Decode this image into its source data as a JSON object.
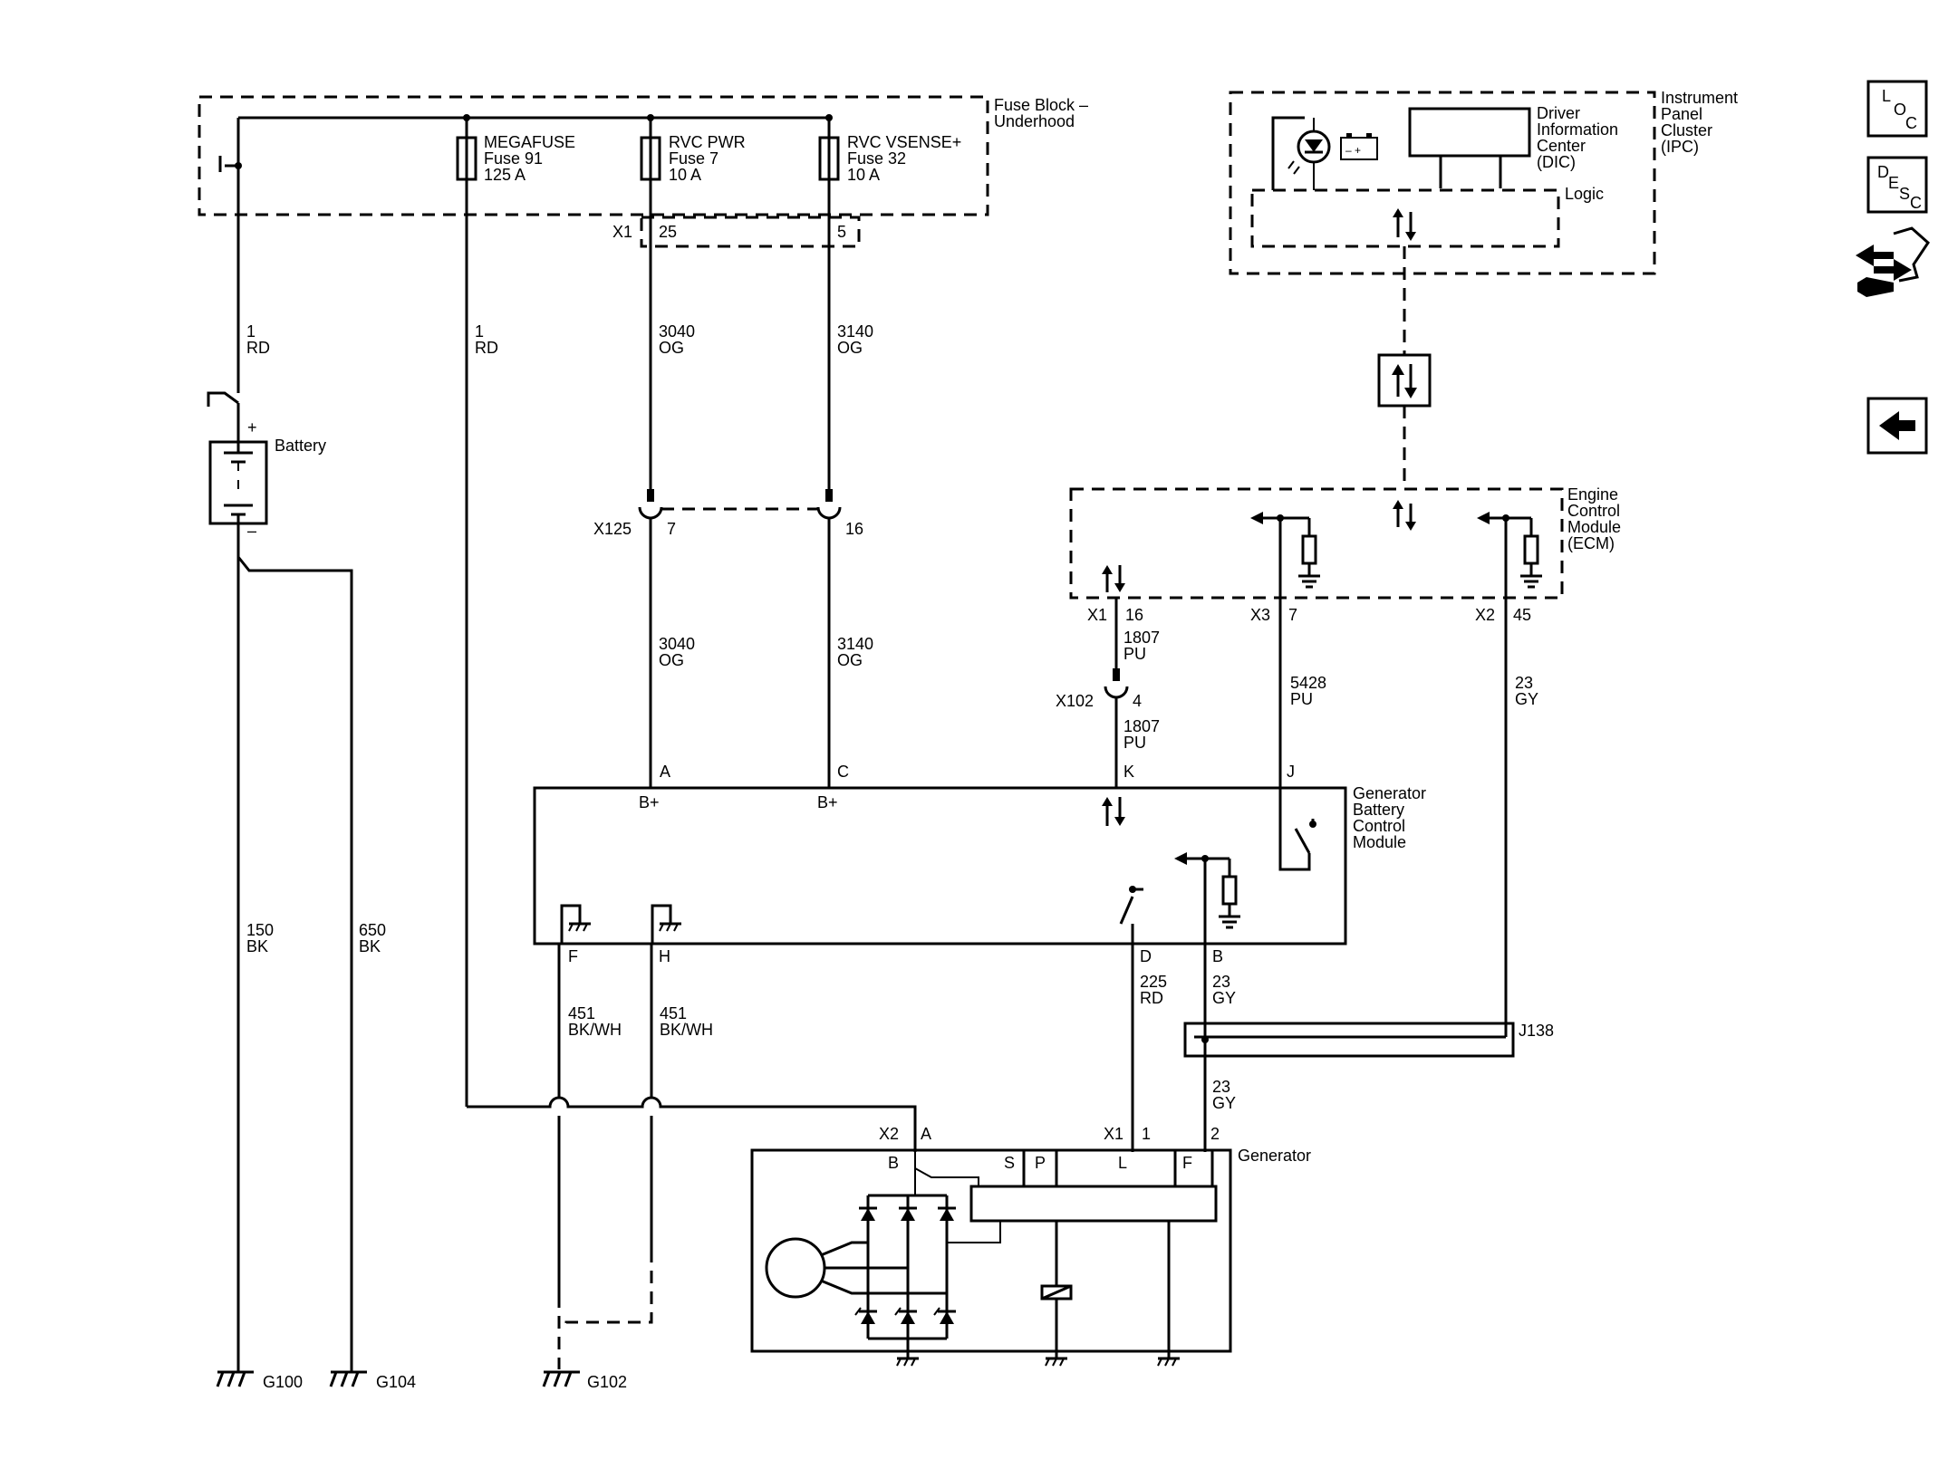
{
  "fuse_block": {
    "title_line1": "Fuse Block –",
    "title_line2": "Underhood",
    "fuses": [
      {
        "name": "MEGAFUSE",
        "fuse": "Fuse 91",
        "rating": "125 A"
      },
      {
        "name": "RVC PWR",
        "fuse": "Fuse 7",
        "rating": "10 A"
      },
      {
        "name": "RVC VSENSE+",
        "fuse": "Fuse 32",
        "rating": "10 A"
      }
    ],
    "connector": "X1",
    "pins": [
      "25",
      "5"
    ]
  },
  "ipc": {
    "title_lines": [
      "Instrument",
      "Panel",
      "Cluster",
      "(IPC)"
    ],
    "dic_lines": [
      "Driver",
      "Information",
      "Center",
      "(DIC)"
    ],
    "logic": "Logic"
  },
  "ecm": {
    "title_lines": [
      "Engine",
      "Control",
      "Module",
      "(ECM)"
    ],
    "connectors": [
      {
        "conn": "X1",
        "pin": "16"
      },
      {
        "conn": "X3",
        "pin": "7"
      },
      {
        "conn": "X2",
        "pin": "45"
      }
    ]
  },
  "battery": {
    "label": "Battery",
    "plus": "+",
    "minus": "–"
  },
  "wires": {
    "batt_positive": {
      "circuit": "1",
      "color": "RD"
    },
    "megafuse_out": {
      "circuit": "1",
      "color": "RD"
    },
    "rvc_pwr_upper": {
      "circuit": "3040",
      "color": "OG"
    },
    "rvc_vsense_upper": {
      "circuit": "3140",
      "color": "OG"
    },
    "rvc_pwr_lower": {
      "circuit": "3040",
      "color": "OG"
    },
    "rvc_vsense_lower": {
      "circuit": "3140",
      "color": "OG"
    },
    "ecm_x1_upper": {
      "circuit": "1807",
      "color": "PU"
    },
    "ecm_x1_lower": {
      "circuit": "1807",
      "color": "PU"
    },
    "ecm_x3": {
      "circuit": "5428",
      "color": "PU"
    },
    "ecm_x2": {
      "circuit": "23",
      "color": "GY"
    },
    "ground_g100": {
      "circuit": "150",
      "color": "BK"
    },
    "ground_g104": {
      "circuit": "650",
      "color": "BK"
    },
    "bcm_f": {
      "circuit": "451",
      "color": "BK/WH"
    },
    "bcm_h": {
      "circuit": "451",
      "color": "BK/WH"
    },
    "bcm_d": {
      "circuit": "225",
      "color": "RD"
    },
    "bcm_b": {
      "circuit": "23",
      "color": "GY"
    },
    "splice_out": {
      "circuit": "23",
      "color": "GY"
    }
  },
  "x125": {
    "name": "X125",
    "pins": [
      "7",
      "16"
    ]
  },
  "x102": {
    "name": "X102",
    "pin": "4"
  },
  "gbcm": {
    "title_lines": [
      "Generator",
      "Battery",
      "Control",
      "Module"
    ],
    "pins_top": [
      "A",
      "C",
      "K",
      "J"
    ],
    "pins_bottom": [
      "F",
      "H",
      "D",
      "B"
    ],
    "bplus": [
      "B+",
      "B+"
    ]
  },
  "splice": {
    "name": "J138"
  },
  "generator": {
    "title": "Generator",
    "conn_x2": "X2",
    "pin_a": "A",
    "conn_x1": "X1",
    "pin_1": "1",
    "pin_2": "2",
    "terminals": [
      "B",
      "S",
      "P",
      "L",
      "F"
    ]
  },
  "grounds": [
    "G100",
    "G104",
    "G102"
  ],
  "side_nav": {
    "loc_letters": [
      "L",
      "O",
      "C"
    ],
    "desc_letters": [
      "D",
      "E",
      "S",
      "C"
    ]
  }
}
